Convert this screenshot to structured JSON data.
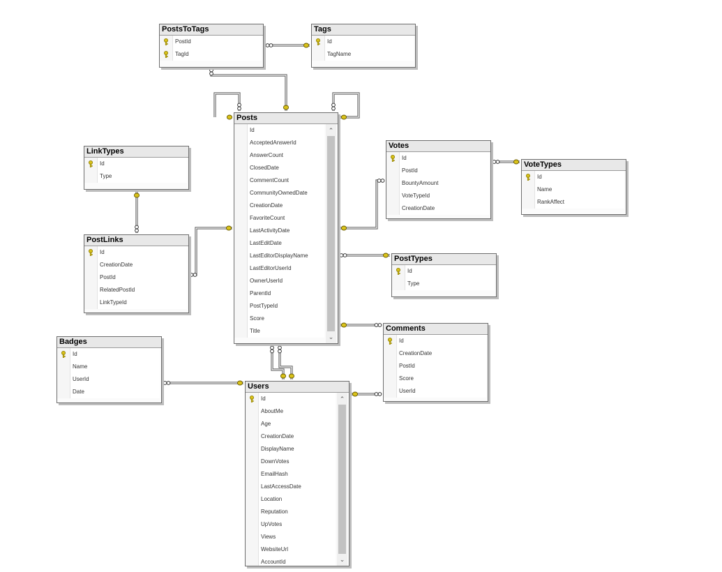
{
  "colors": {
    "border": "#6d6d6d",
    "title_bg": "#e8e8e8",
    "line": "#5a5a5a",
    "key_gold": "#d9c21a",
    "scroll_thumb": "#c2c2c2"
  },
  "tables": {
    "poststotags": {
      "title": "PostsToTags",
      "columns": [
        "PostId",
        "TagId"
      ]
    },
    "tags": {
      "title": "Tags",
      "columns": [
        "Id",
        "TagName"
      ]
    },
    "posts": {
      "title": "Posts",
      "columns": [
        "Id",
        "AcceptedAnswerId",
        "AnswerCount",
        "ClosedDate",
        "CommentCount",
        "CommunityOwnedDate",
        "CreationDate",
        "FavoriteCount",
        "LastActivityDate",
        "LastEditDate",
        "LastEditorDisplayName",
        "LastEditorUserId",
        "OwnerUserId",
        "ParentId",
        "PostTypeId",
        "Score",
        "Title"
      ]
    },
    "linktypes": {
      "title": "LinkTypes",
      "columns": [
        "Id",
        "Type"
      ]
    },
    "votes": {
      "title": "Votes",
      "columns": [
        "Id",
        "PostId",
        "BountyAmount",
        "VoteTypeId",
        "CreationDate"
      ]
    },
    "votetypes": {
      "title": "VoteTypes",
      "columns": [
        "Id",
        "Name",
        "RankAffect"
      ]
    },
    "postlinks": {
      "title": "PostLinks",
      "columns": [
        "Id",
        "CreationDate",
        "PostId",
        "RelatedPostId",
        "LinkTypeId"
      ]
    },
    "posttypes": {
      "title": "PostTypes",
      "columns": [
        "Id",
        "Type"
      ]
    },
    "comments": {
      "title": "Comments",
      "columns": [
        "Id",
        "CreationDate",
        "PostId",
        "Score",
        "UserId"
      ]
    },
    "badges": {
      "title": "Badges",
      "columns": [
        "Id",
        "Name",
        "UserId",
        "Date"
      ]
    },
    "users": {
      "title": "Users",
      "columns": [
        "Id",
        "AboutMe",
        "Age",
        "CreationDate",
        "DisplayName",
        "DownVotes",
        "EmailHash",
        "LastAccessDate",
        "Location",
        "Reputation",
        "UpVotes",
        "Views",
        "WebsiteUrl",
        "AccountId"
      ]
    }
  }
}
